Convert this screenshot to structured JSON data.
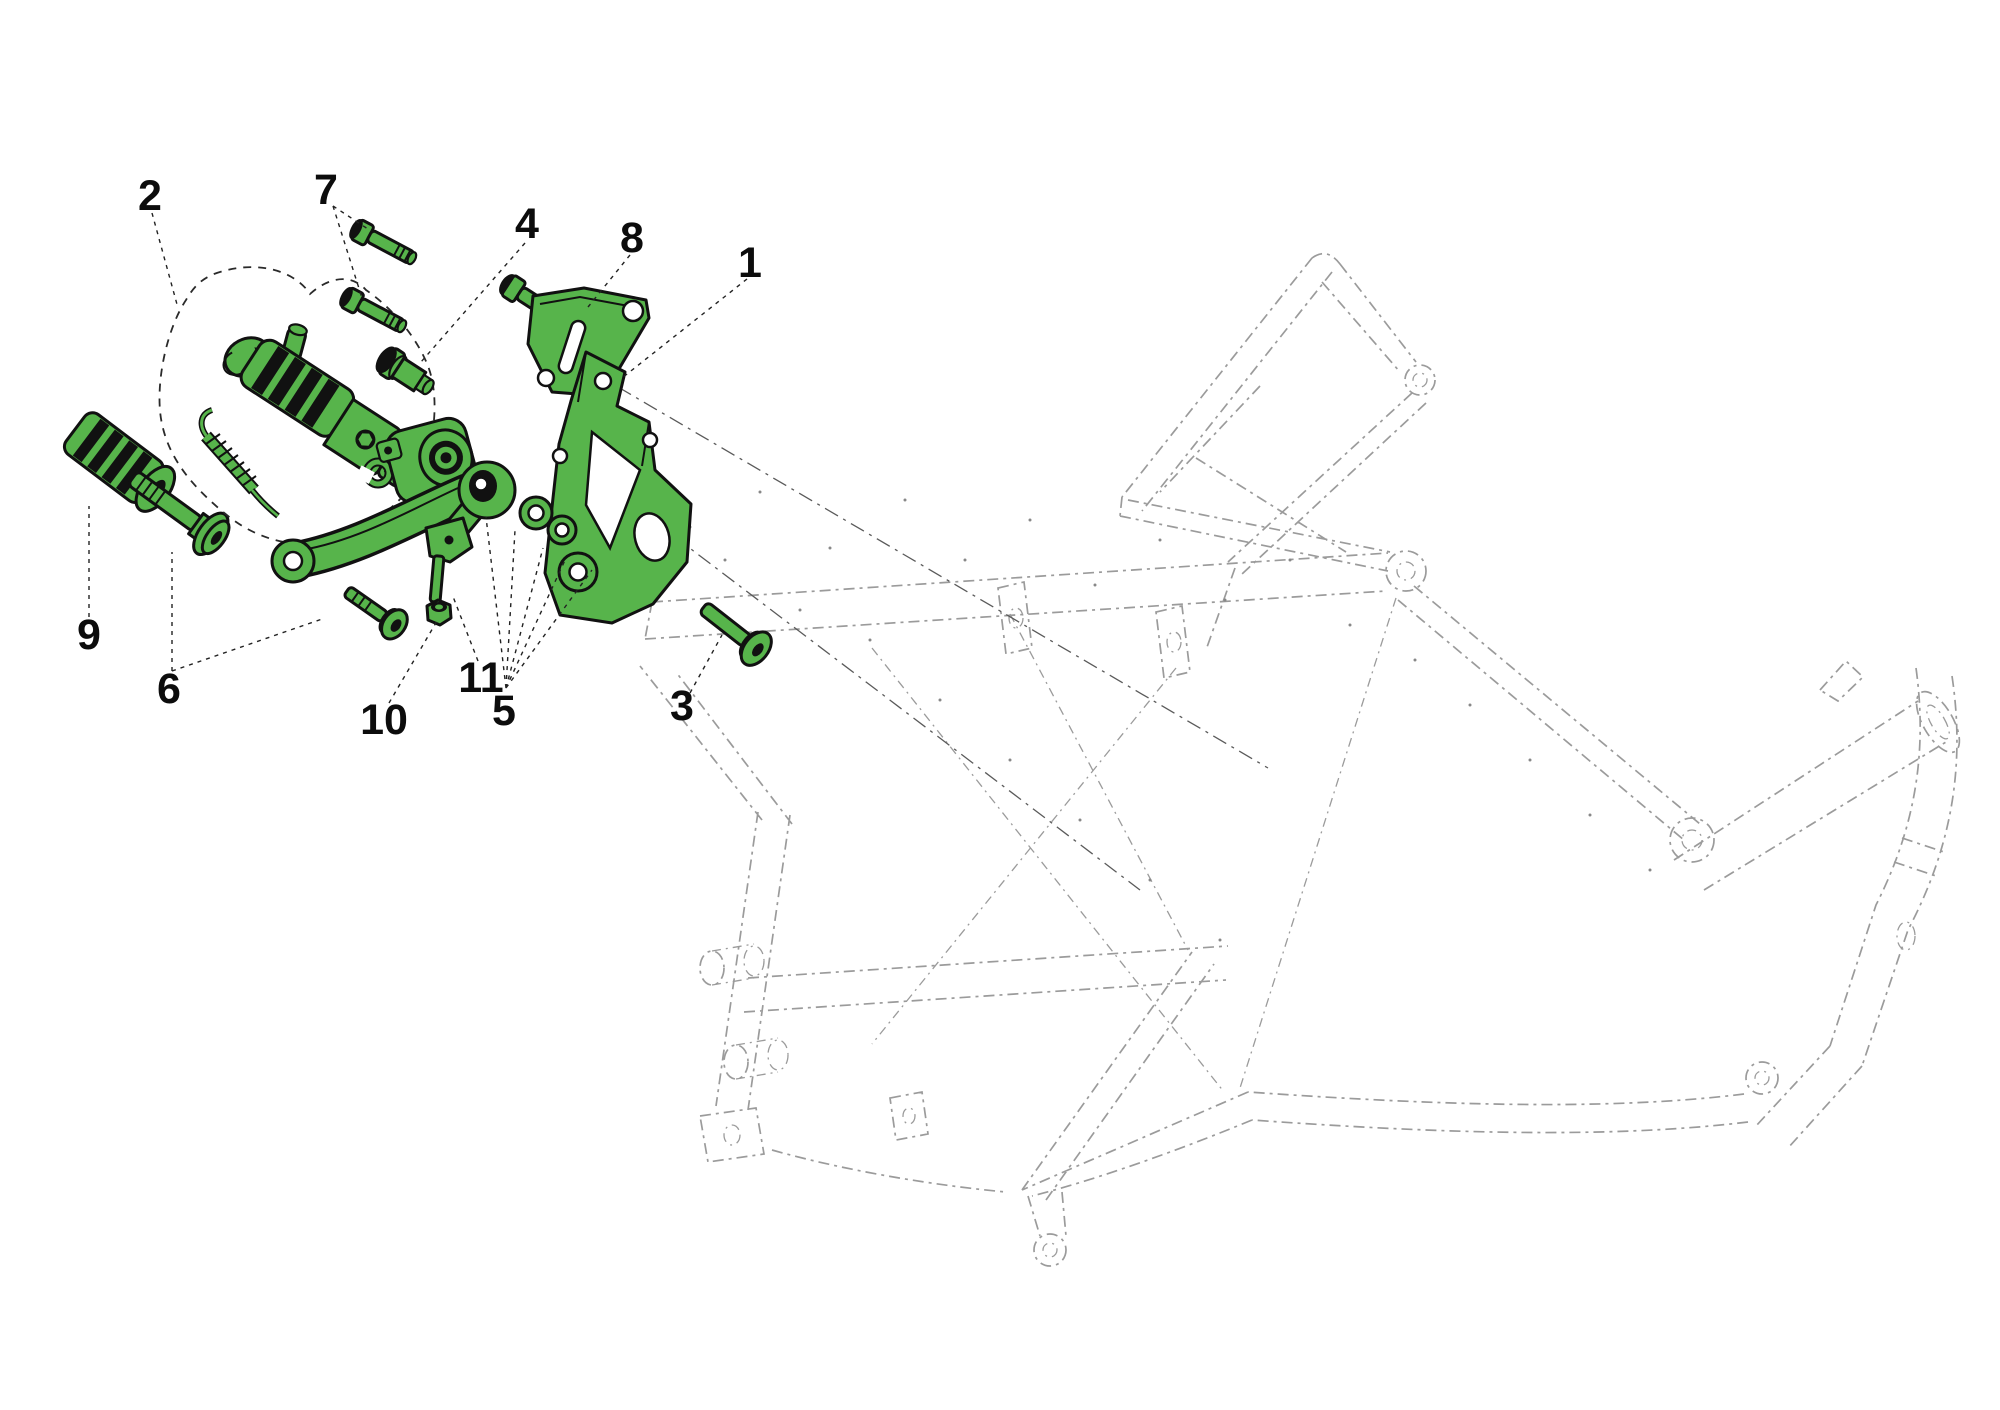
{
  "diagram": {
    "type": "exploded-parts-diagram",
    "subject": "motorcycle footrest assembly exploded over trellis frame",
    "colors": {
      "green": "#57b44b",
      "ink": "#111111",
      "frame": "#9b9b9b",
      "leader": "#222222",
      "paper": "#ffffff"
    },
    "callouts": [
      {
        "number": "1",
        "target": "footrest-hanger-bracket"
      },
      {
        "number": "2",
        "target": "footpeg-assembly-group"
      },
      {
        "number": "3",
        "target": "mounting-screw"
      },
      {
        "number": "4",
        "target": "spacer-bushing"
      },
      {
        "number": "5",
        "target": "washer-spacer-set"
      },
      {
        "number": "6",
        "target": "pivot-screws"
      },
      {
        "number": "7",
        "target": "bracket-screws"
      },
      {
        "number": "8",
        "target": "heel-guard-plate"
      },
      {
        "number": "9",
        "target": "footpeg-rubber"
      },
      {
        "number": "10",
        "target": "lock-nut"
      },
      {
        "number": "11",
        "target": "lever-stud"
      }
    ]
  }
}
